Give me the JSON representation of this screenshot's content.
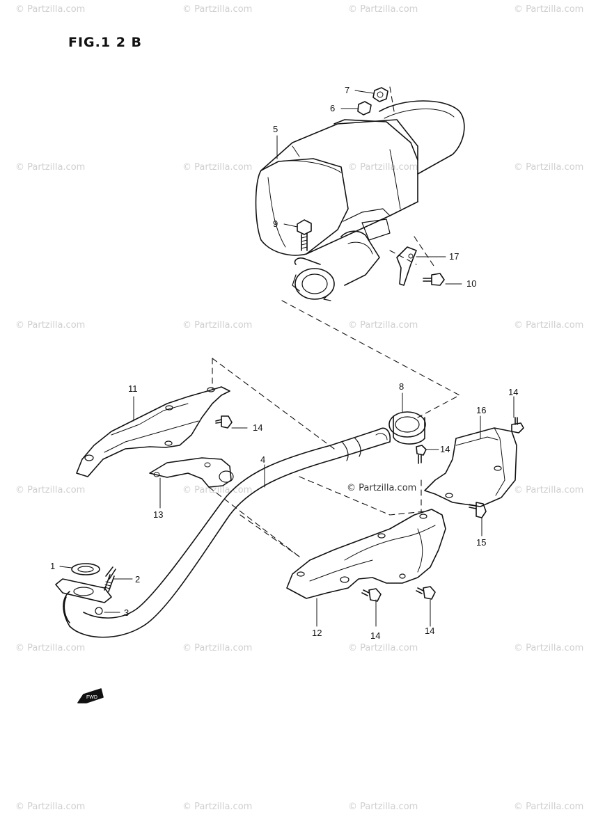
{
  "figure": {
    "title": "FIG.1 2 B"
  },
  "watermark": {
    "text": "© Partzilla.com",
    "color": "#cccccc",
    "center_text": "© Partzilla.com"
  },
  "callouts": {
    "c1": "1",
    "c2": "2",
    "c3": "3",
    "c4": "4",
    "c5": "5",
    "c6": "6",
    "c7": "7",
    "c8": "8",
    "c9": "9",
    "c10": "10",
    "c11": "11",
    "c12": "12",
    "c13": "13",
    "c14a": "14",
    "c14b": "14",
    "c14c": "14",
    "c14d": "14",
    "c14e": "14",
    "c15": "15",
    "c16": "16",
    "c17": "17"
  },
  "fwd_label": "FWD"
}
